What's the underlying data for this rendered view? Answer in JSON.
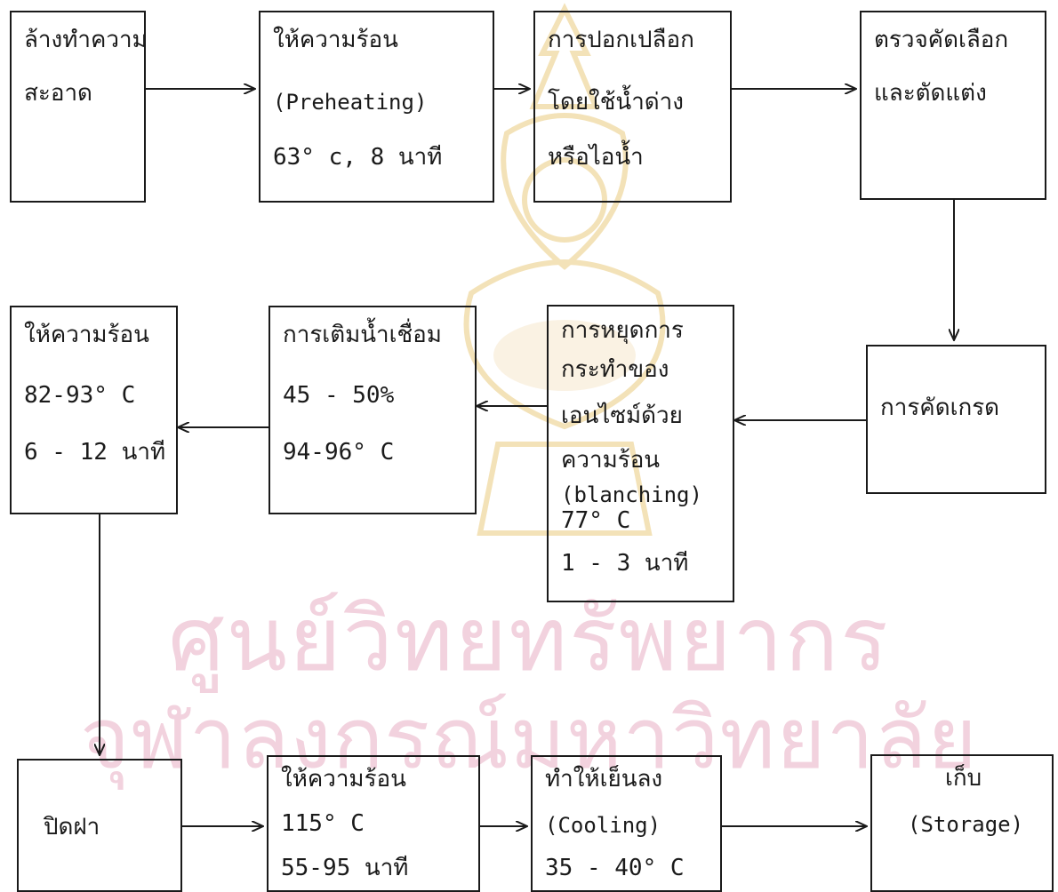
{
  "watermark": {
    "line1": "ศูนย์วิทยทรัพยากร",
    "line2": "จุฬาลงกรณ์มหาวิทยาลัย"
  },
  "steps": [
    {
      "id": "wash",
      "lines": [
        "ล้างทำความ",
        "สะอาด"
      ]
    },
    {
      "id": "preheat",
      "lines": [
        "ให้ความร้อน",
        "(Preheating)",
        "63° c, 8 นาที"
      ]
    },
    {
      "id": "peel",
      "lines": [
        "การปอกเปลือก",
        "โดยใช้น้ำด่าง",
        "หรือไอน้ำ"
      ]
    },
    {
      "id": "inspect",
      "lines": [
        "ตรวจคัดเลือก",
        "และตัดแต่ง"
      ]
    },
    {
      "id": "grade",
      "lines": [
        "การคัดเกรด"
      ]
    },
    {
      "id": "blanch",
      "lines": [
        "การหยุดการ",
        "กระทำของ",
        "เอนไซม์ด้วย",
        "ความร้อน",
        "(blanching)",
        "77° C",
        "1 - 3 นาที"
      ]
    },
    {
      "id": "syrup",
      "lines": [
        "การเติมน้ำเชื่อม",
        "45 - 50%",
        "94-96° C"
      ]
    },
    {
      "id": "heat2",
      "lines": [
        "ให้ความร้อน",
        "82-93° C",
        "6 - 12 นาที"
      ]
    },
    {
      "id": "seal",
      "lines": [
        "ปิดฝา"
      ]
    },
    {
      "id": "heat3",
      "lines": [
        "ให้ความร้อน",
        "115° C",
        "55-95 นาที"
      ]
    },
    {
      "id": "cool",
      "lines": [
        "ทำให้เย็นลง",
        "(Cooling)",
        "35 - 40° C"
      ]
    },
    {
      "id": "store",
      "lines": [
        "เก็บ",
        "(Storage)"
      ]
    }
  ]
}
